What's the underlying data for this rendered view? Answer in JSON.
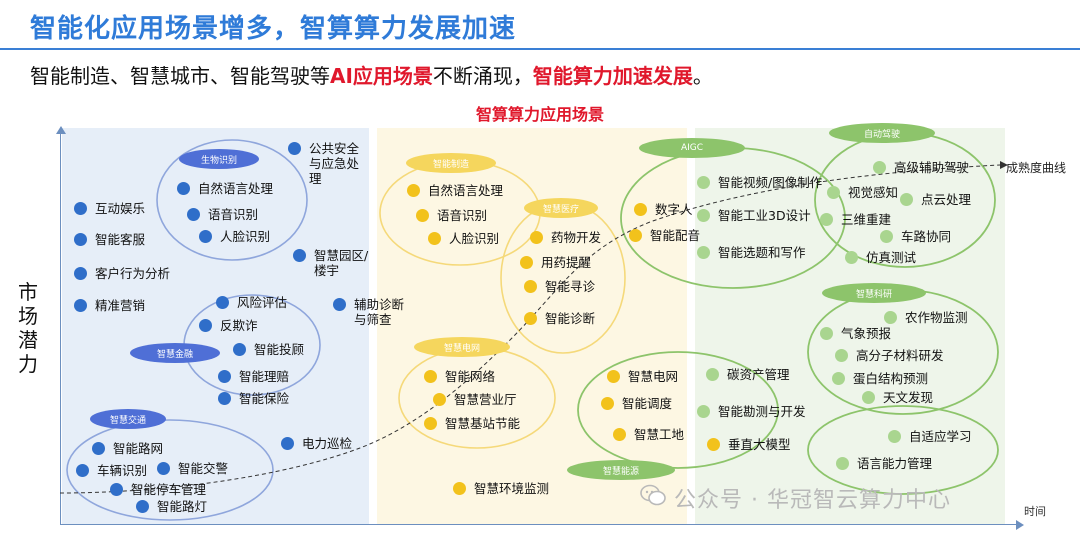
{
  "title": "智能化应用场景增多，智算算力发展加速",
  "subtitle": {
    "part1": "智能制造、智慧城市、智能驾驶等",
    "highlight1": "AI应用场景",
    "part2": "不断涌现，",
    "highlight2": "智能算力加速发展",
    "part3": "。"
  },
  "diagram_title": "智算算力应用场景",
  "y_axis_label": "市场潜力",
  "x_axis_label": "时间",
  "curve_label": "成熟度曲线",
  "watermark": "公众号 · 华冠智云算力中心",
  "colors": {
    "blue": "#2f6ec9",
    "yellow": "#f2c21c",
    "green": "#a9d58f",
    "accent_red": "#e0182c",
    "title_blue": "#2f7bd8"
  },
  "groups": {
    "bio": "生物识别",
    "finance": "智慧金融",
    "traffic": "智慧交通",
    "manufacturing": "智能制造",
    "medical": "智慧医疗",
    "power": "智慧电网",
    "energy": "智慧能源",
    "aigc": "AIGC",
    "autodrive": "自动驾驶",
    "science": "智慧科研"
  },
  "items": {
    "public_safety": "公共安全与应急处理",
    "nlp1": "自然语言处理",
    "speech1": "语音识别",
    "face1": "人脸识别",
    "ent": "互动娱乐",
    "cs": "智能客服",
    "cust": "客户行为分析",
    "mkt": "精准营销",
    "park": "智慧园区/楼宇",
    "diag": "辅助诊断与筛查",
    "risk": "风险评估",
    "fraud": "反欺诈",
    "invest": "智能投顾",
    "claim": "智能理赔",
    "ins": "智能保险",
    "patrol": "电力巡检",
    "road_net": "智能路网",
    "plate": "车辆识别",
    "police": "智能交警",
    "park_mgmt": "智能停车管理",
    "lights": "智能路灯",
    "nlp2": "自然语言处理",
    "speech2": "语音识别",
    "face2": "人脸识别",
    "drug": "药物开发",
    "med_remind": "用药提醒",
    "triage": "智能寻诊",
    "dx": "智能诊断",
    "grid_net": "智能网络",
    "hall": "智慧营业厅",
    "station": "智慧基站节能",
    "env": "智慧环境监测",
    "grid": "智慧电网",
    "dispatch": "智能调度",
    "site": "智慧工地",
    "dh": "数字人",
    "dub": "智能配音",
    "video": "智能视频/图像制作",
    "design3d": "智能工业3D设计",
    "writing": "智能选题和写作",
    "carbon": "碳资产管理",
    "explore": "智能勘测与开发",
    "vertical": "垂直大模型",
    "adas": "高级辅助驾驶",
    "vision": "视觉感知",
    "pointcloud": "点云处理",
    "recon3d": "三维重建",
    "v2x": "车路协同",
    "sim": "仿真测试",
    "crop": "农作物监测",
    "weather": "气象预报",
    "polymer": "高分子材料研发",
    "protein": "蛋白结构预测",
    "astro": "天文发现",
    "adaptive": "自适应学习",
    "lang": "语言能力管理"
  }
}
